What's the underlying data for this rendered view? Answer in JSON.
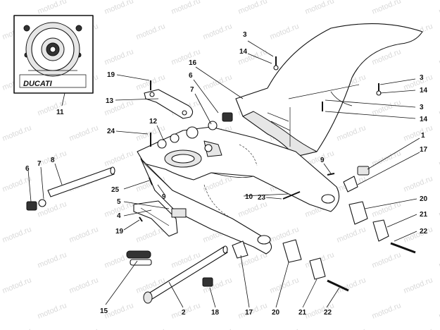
{
  "watermark": "motod.ru",
  "inset_logo": "DUCATI",
  "callouts": [
    {
      "id": "c-3a",
      "label": "3"
    },
    {
      "id": "c-14a",
      "label": "14"
    },
    {
      "id": "c-16",
      "label": "16"
    },
    {
      "id": "c-19a",
      "label": "19"
    },
    {
      "id": "c-6a",
      "label": "6"
    },
    {
      "id": "c-7a",
      "label": "7"
    },
    {
      "id": "c-13",
      "label": "13"
    },
    {
      "id": "c-11",
      "label": "11"
    },
    {
      "id": "c-3b",
      "label": "3"
    },
    {
      "id": "c-14b",
      "label": "14"
    },
    {
      "id": "c-3c",
      "label": "3"
    },
    {
      "id": "c-14c",
      "label": "14"
    },
    {
      "id": "c-12",
      "label": "12"
    },
    {
      "id": "c-24",
      "label": "24"
    },
    {
      "id": "c-1",
      "label": "1"
    },
    {
      "id": "c-17a",
      "label": "17"
    },
    {
      "id": "c-9a",
      "label": "9"
    },
    {
      "id": "c-8",
      "label": "8"
    },
    {
      "id": "c-7b",
      "label": "7"
    },
    {
      "id": "c-6b",
      "label": "6"
    },
    {
      "id": "c-25",
      "label": "25"
    },
    {
      "id": "c-9b",
      "label": "9"
    },
    {
      "id": "c-10",
      "label": "10"
    },
    {
      "id": "c-23",
      "label": "23"
    },
    {
      "id": "c-5",
      "label": "5"
    },
    {
      "id": "c-4",
      "label": "4"
    },
    {
      "id": "c-19b",
      "label": "19"
    },
    {
      "id": "c-20a",
      "label": "20"
    },
    {
      "id": "c-21a",
      "label": "21"
    },
    {
      "id": "c-22a",
      "label": "22"
    },
    {
      "id": "c-15",
      "label": "15"
    },
    {
      "id": "c-2",
      "label": "2"
    },
    {
      "id": "c-18",
      "label": "18"
    },
    {
      "id": "c-17b",
      "label": "17"
    },
    {
      "id": "c-20b",
      "label": "20"
    },
    {
      "id": "c-21b",
      "label": "21"
    },
    {
      "id": "c-22b",
      "label": "22"
    }
  ]
}
